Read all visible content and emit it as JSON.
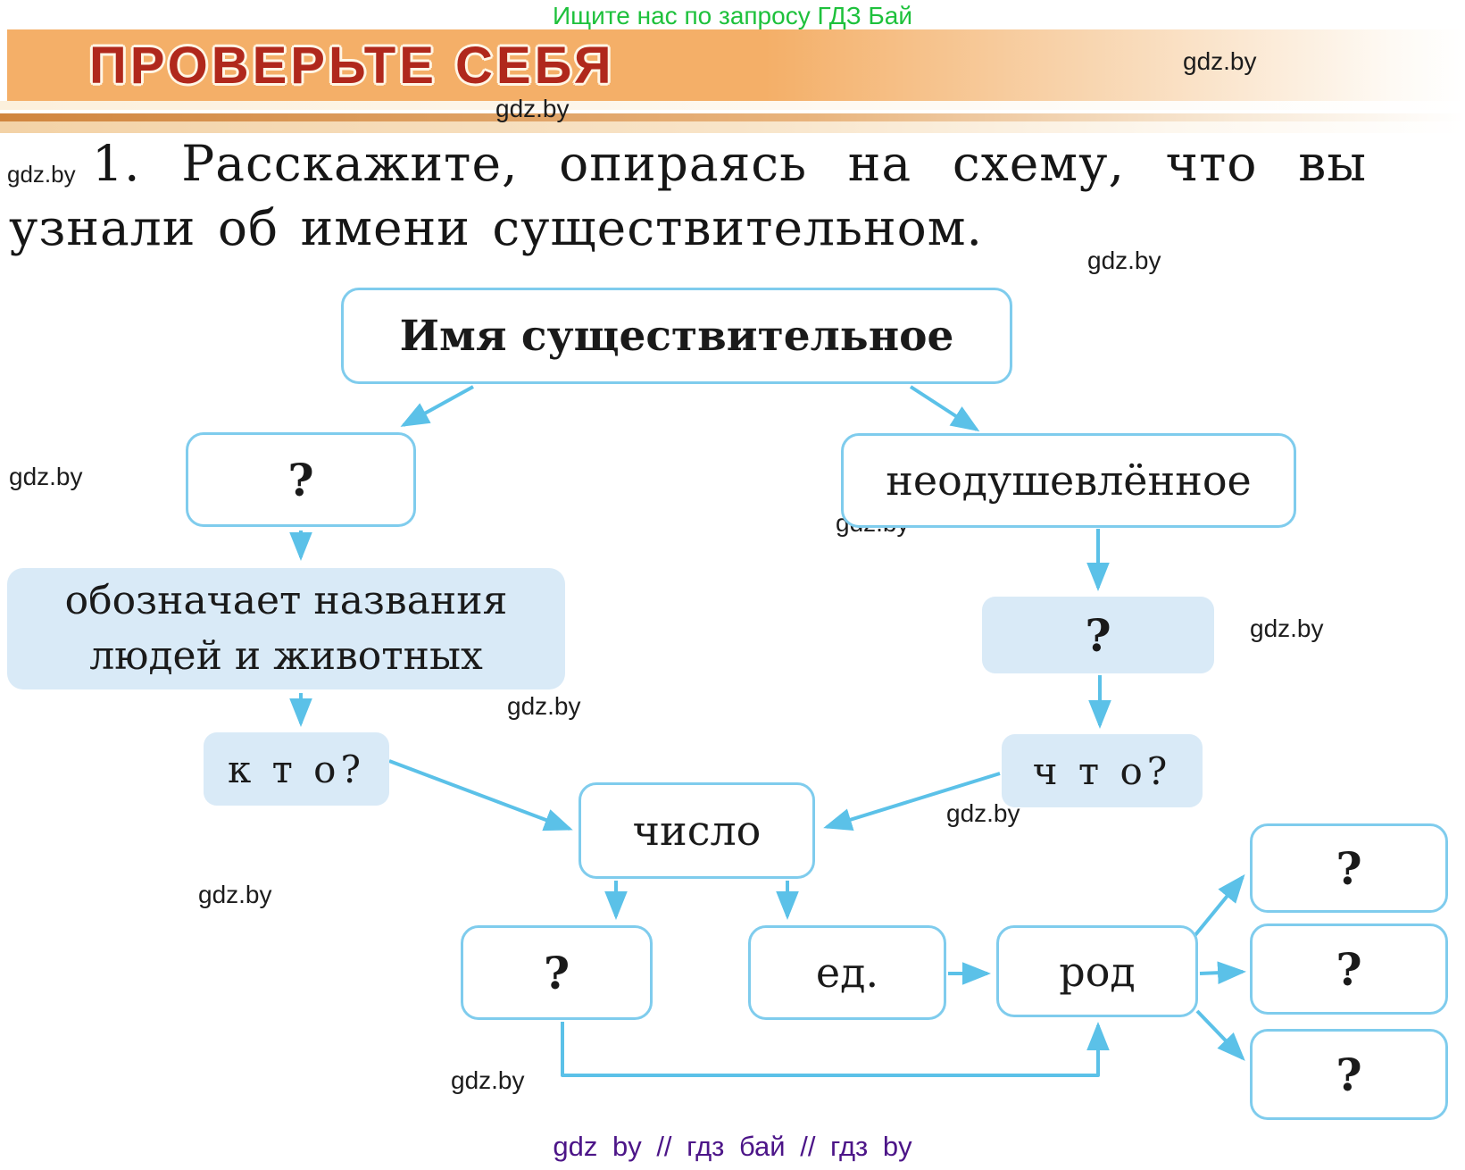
{
  "page": {
    "promo_top": "Ищите нас по запросу ГДЗ Бай",
    "watermark": "gdz.by",
    "footer": "gdz by  //  гдз бай  //  гдз by"
  },
  "banner": {
    "title": "ПРОВЕРЬТЕ СЕБЯ"
  },
  "task": {
    "line1": "1. Расскажите, опираясь на схему, что вы",
    "line2": "узнали об имени существительном."
  },
  "diagram": {
    "root": "Имя существительное",
    "animate_question": "?",
    "inanimate": "неодушевлённое",
    "meaning_line1": "обозначает названия",
    "meaning_line2": "людей и животных",
    "who_question": "к т о?",
    "inanimate_question": "?",
    "what_question": "ч т о?",
    "number": "число",
    "plural_question": "?",
    "singular": "ед.",
    "gender": "род",
    "gender_question_1": "?",
    "gender_question_2": "?",
    "gender_question_3": "?"
  },
  "colors": {
    "banner_orange": "#f4af68",
    "title_red": "#b0281c",
    "promo_green": "#1ec13c",
    "footer_purple": "#4c1588",
    "arrow_blue": "#5bc1e8",
    "box_border_blue": "#7fcced",
    "box_fill_blue": "#d9eaf7"
  }
}
